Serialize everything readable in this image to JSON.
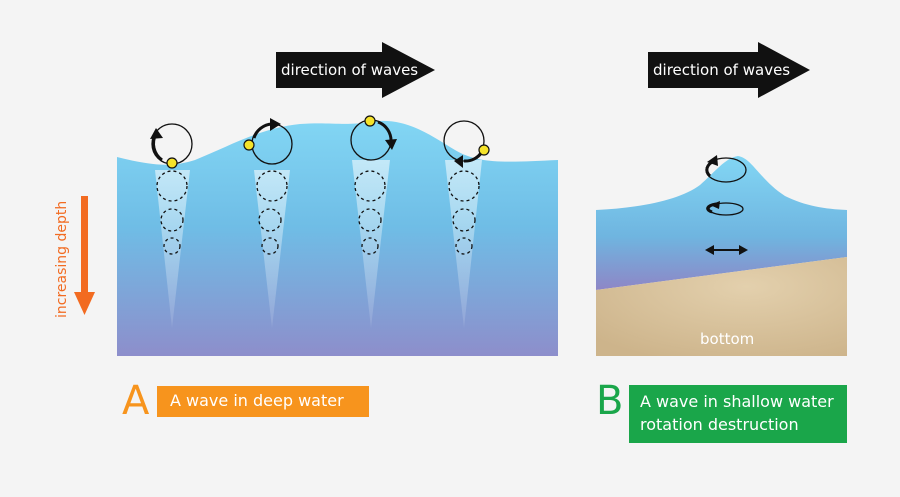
{
  "panel_a": {
    "direction_label": "direction of waves",
    "depth_label": "increasing depth",
    "caption_letter": "A",
    "caption_text": "A wave in deep water"
  },
  "panel_b": {
    "direction_label": "direction of waves",
    "bottom_label": "bottom",
    "caption_letter": "B",
    "caption_line1": "A wave in shallow water",
    "caption_line2": "rotation destruction"
  },
  "colors": {
    "water_top": "#7fd3f3",
    "water_bottom": "#8e90cc",
    "sand": "#d8c39e",
    "caption_a": "#f7941d",
    "caption_b": "#1aa64a",
    "depth_arrow": "#f26b21",
    "particle": "#f5e32a"
  }
}
